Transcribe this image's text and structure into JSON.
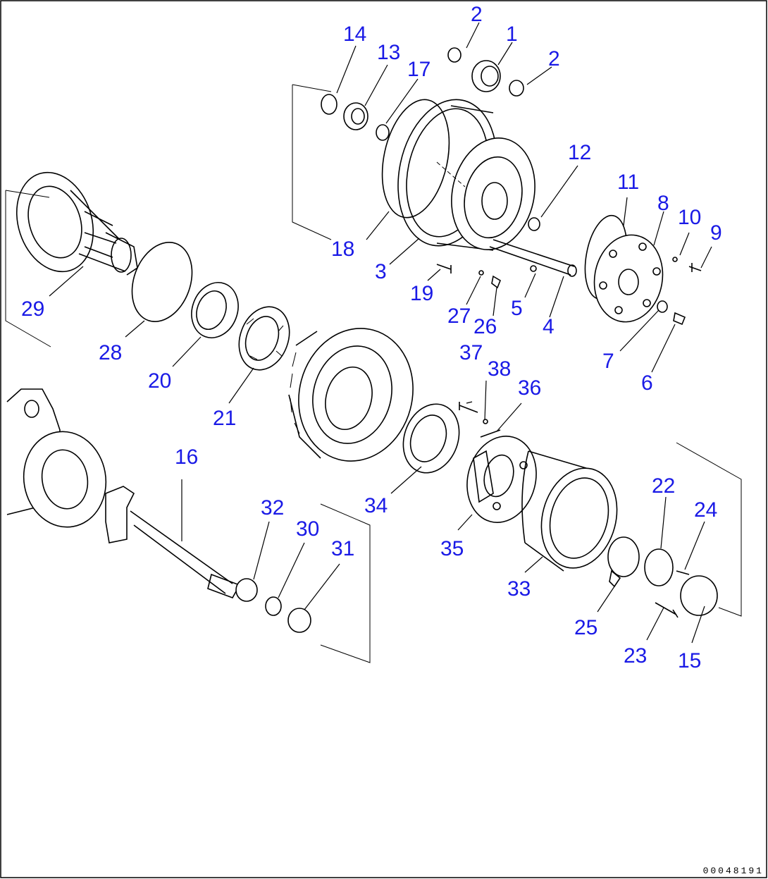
{
  "drawing_number": "00048191",
  "callouts": {
    "p1": "1",
    "p2a": "2",
    "p2b": "2",
    "p3": "3",
    "p4": "4",
    "p5": "5",
    "p6": "6",
    "p7": "7",
    "p8": "8",
    "p9": "9",
    "p10": "10",
    "p11": "11",
    "p12": "12",
    "p13": "13",
    "p14": "14",
    "p15": "15",
    "p16": "16",
    "p17": "17",
    "p18": "18",
    "p19": "19",
    "p20": "20",
    "p21": "21",
    "p22": "22",
    "p23": "23",
    "p24": "24",
    "p25": "25",
    "p26": "26",
    "p27": "27",
    "p28": "28",
    "p29": "29",
    "p30": "30",
    "p31": "31",
    "p32": "32",
    "p33": "33",
    "p34": "34",
    "p35": "35",
    "p36": "36",
    "p37": "37",
    "p38": "38"
  },
  "colors": {
    "callout": "#1a1ae6",
    "line": "#000000",
    "background": "#ffffff"
  }
}
